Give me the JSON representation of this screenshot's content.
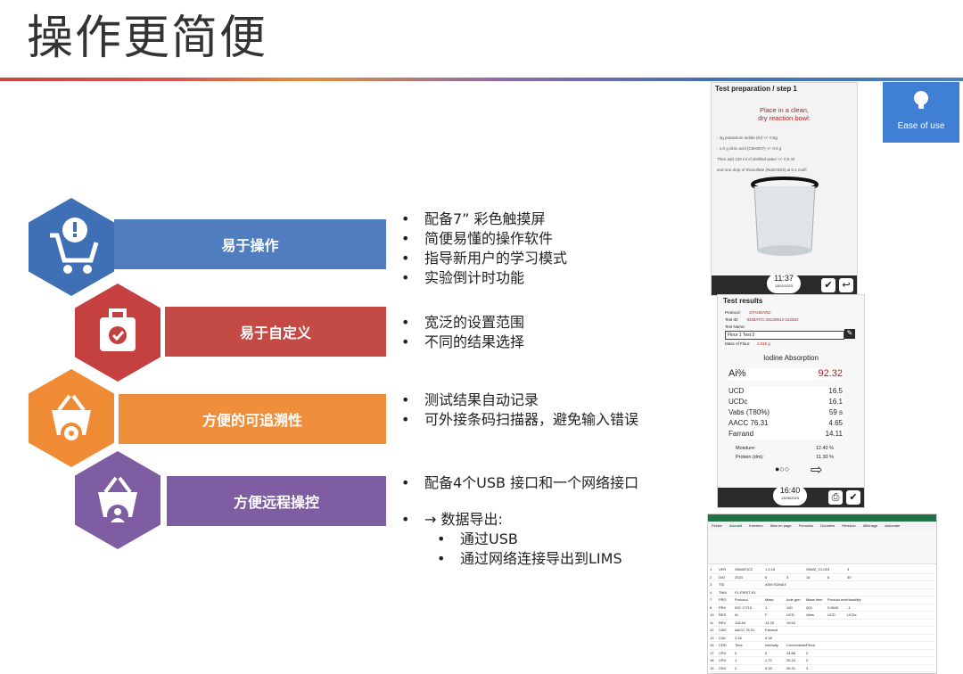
{
  "title": "操作更简便",
  "badge": {
    "label": "Ease of use",
    "color": "#3f7fd4"
  },
  "features": [
    {
      "label": "易于操作",
      "color": "#4f7dbf",
      "icon": "shopping-cart-icon",
      "bullets": [
        "配备7” 彩色触摸屏",
        "简便易懂的操作软件",
        "指导新用户的学习模式",
        "实验倒计时功能"
      ]
    },
    {
      "label": "易于自定义",
      "color": "#c44a46",
      "icon": "bag-check-icon",
      "bullets": [
        "宽泛的设置范围",
        "不同的结果选择"
      ]
    },
    {
      "label": "方便的可追溯性",
      "color": "#ef8f3c",
      "icon": "basket-gear-icon",
      "bullets": [
        "测试结果自动记录",
        "可外接条码扫描器，避免输入错误"
      ]
    },
    {
      "label": "方便远程操控",
      "color": "#7f5da3",
      "icon": "basket-user-icon",
      "bullets": [
        "配备4个USB 接口和一个网络接口",
        "→ 数据导出:"
      ],
      "sub_bullets": [
        "通过USB",
        "通过网络连接导出到LIMS"
      ]
    }
  ],
  "screen1": {
    "header": "Test preparation / step 1",
    "instruction_line1": "Place in a clean,",
    "instruction_line2": "dry reaction bowl:",
    "steps": [
      "- 3g potassium iodide (KI) +/- 0.5g",
      "- 1.0 g citric acid (C6H8O7) +/- 0.5 g",
      "Then add 120 ml of distilled water +/- 0.5 ml",
      "and one drop of thiosulfate (Na2O3S2) at 0.1 mol/l"
    ],
    "time": "11:37",
    "date": "13/01/2023"
  },
  "screen2": {
    "header": "Test results",
    "protocol_label": "Protocol:",
    "protocol_value": "STANDARD",
    "testid_label": "Test ID:",
    "testid_value": "SDMATIC-20230613-162622",
    "testname_label": "Test Name:",
    "testname_value": "Flour 1 Test 2",
    "mass_label": "Mass of Flour:",
    "mass_value": "1.015 g",
    "section": "Iodine Absorption",
    "ai_label": "Ai%",
    "ai_value": "92.32",
    "results": [
      [
        "UCD",
        "16.5"
      ],
      [
        "UCDc",
        "16.1"
      ],
      [
        "Vabs (T80%)",
        "59 s"
      ],
      [
        "AACC 76.31",
        "4.65"
      ],
      [
        "Farrand",
        "14.11"
      ]
    ],
    "moisture_label": "Moisture:",
    "moisture_value": "12.40 %",
    "protein_label": "Protein (dm):",
    "protein_value": "11.30 %",
    "time": "16:40",
    "date": "13/06/2023"
  },
  "spreadsheet": {
    "tabs": [
      "Fichier",
      "Accueil",
      "Insertion",
      "Mise en page",
      "Formules",
      "Données",
      "Révision",
      "Affichage",
      "Automate"
    ],
    "rows": [
      [
        "1",
        "VER",
        "SDMATIC2",
        "1.0.16",
        "",
        "SDM2_V1.00",
        "3",
        "3"
      ],
      [
        "2",
        "DAT",
        "2023",
        "6",
        "3",
        "16",
        "6",
        "30"
      ],
      [
        "3",
        "TID",
        "",
        "ASM SDMATIC-20230603-180630",
        "",
        "",
        "",
        ""
      ],
      [
        "4",
        "TNM",
        "F1-FIRST-R1",
        "",
        "",
        "",
        "",
        ""
      ],
      [
        "7",
        "PRO",
        "Protocol",
        "Mass",
        "Iode gen",
        "Meas time",
        "Product max",
        "Humidity"
      ],
      [
        "8",
        "PRV",
        "ISO 17715",
        "1",
        "100",
        "200",
        "0.9640",
        "-1"
      ],
      [
        "10",
        "RES",
        "Ai",
        "F",
        "UCD",
        "Vabs",
        "UCD",
        "UCDc"
      ],
      [
        "11",
        "REV",
        "118.84",
        "14.25",
        "19.52",
        "",
        "",
        ""
      ],
      [
        "12",
        "CAD",
        "AACC 76.31",
        "Farrand",
        "",
        "",
        "",
        ""
      ],
      [
        "13",
        "CAV",
        "2.16",
        "9.18",
        "",
        "",
        "",
        ""
      ],
      [
        "15",
        "CRD",
        "Time",
        "Intensity",
        "Concentration",
        "Piece",
        "",
        ""
      ],
      [
        "17",
        "CRV",
        "0",
        "0",
        "24.86",
        "2",
        "",
        ""
      ],
      [
        "18",
        "CRV",
        "1",
        "1.72",
        "35.24",
        "2",
        "",
        ""
      ],
      [
        "19",
        "CRV",
        "2",
        "5.33",
        "35.31",
        "3",
        "",
        ""
      ]
    ]
  }
}
